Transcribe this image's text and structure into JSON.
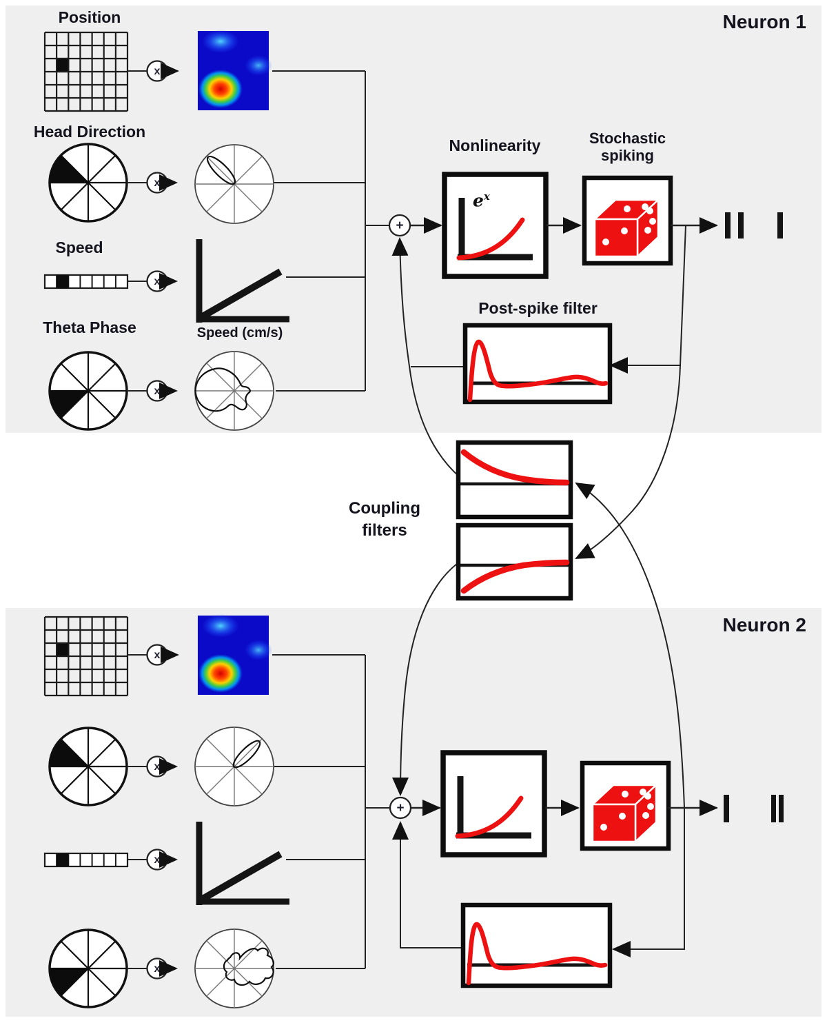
{
  "neuron1": {
    "title": "Neuron 1",
    "labels": {
      "position": "Position",
      "head_direction": "Head Direction",
      "speed": "Speed",
      "theta_phase": "Theta Phase",
      "speed_axis": "Speed (cm/s)",
      "nonlinearity": "Nonlinearity",
      "stochastic_line1": "Stochastic",
      "stochastic_line2": "spiking",
      "post_spike_filter": "Post-spike filter"
    },
    "formula": {
      "base": "e",
      "exponent": "x"
    },
    "spike_train": "|| |"
  },
  "neuron2": {
    "title": "Neuron 2",
    "spike_train": "| ||"
  },
  "coupling": {
    "line1": "Coupling",
    "line2": "filters"
  },
  "operators": {
    "multiply": "x",
    "add": "+"
  },
  "colors": {
    "panel_bg": "#efefef",
    "red": "#ed1111",
    "heatmap_blue": "#0a0ac8",
    "ink": "#141414"
  }
}
